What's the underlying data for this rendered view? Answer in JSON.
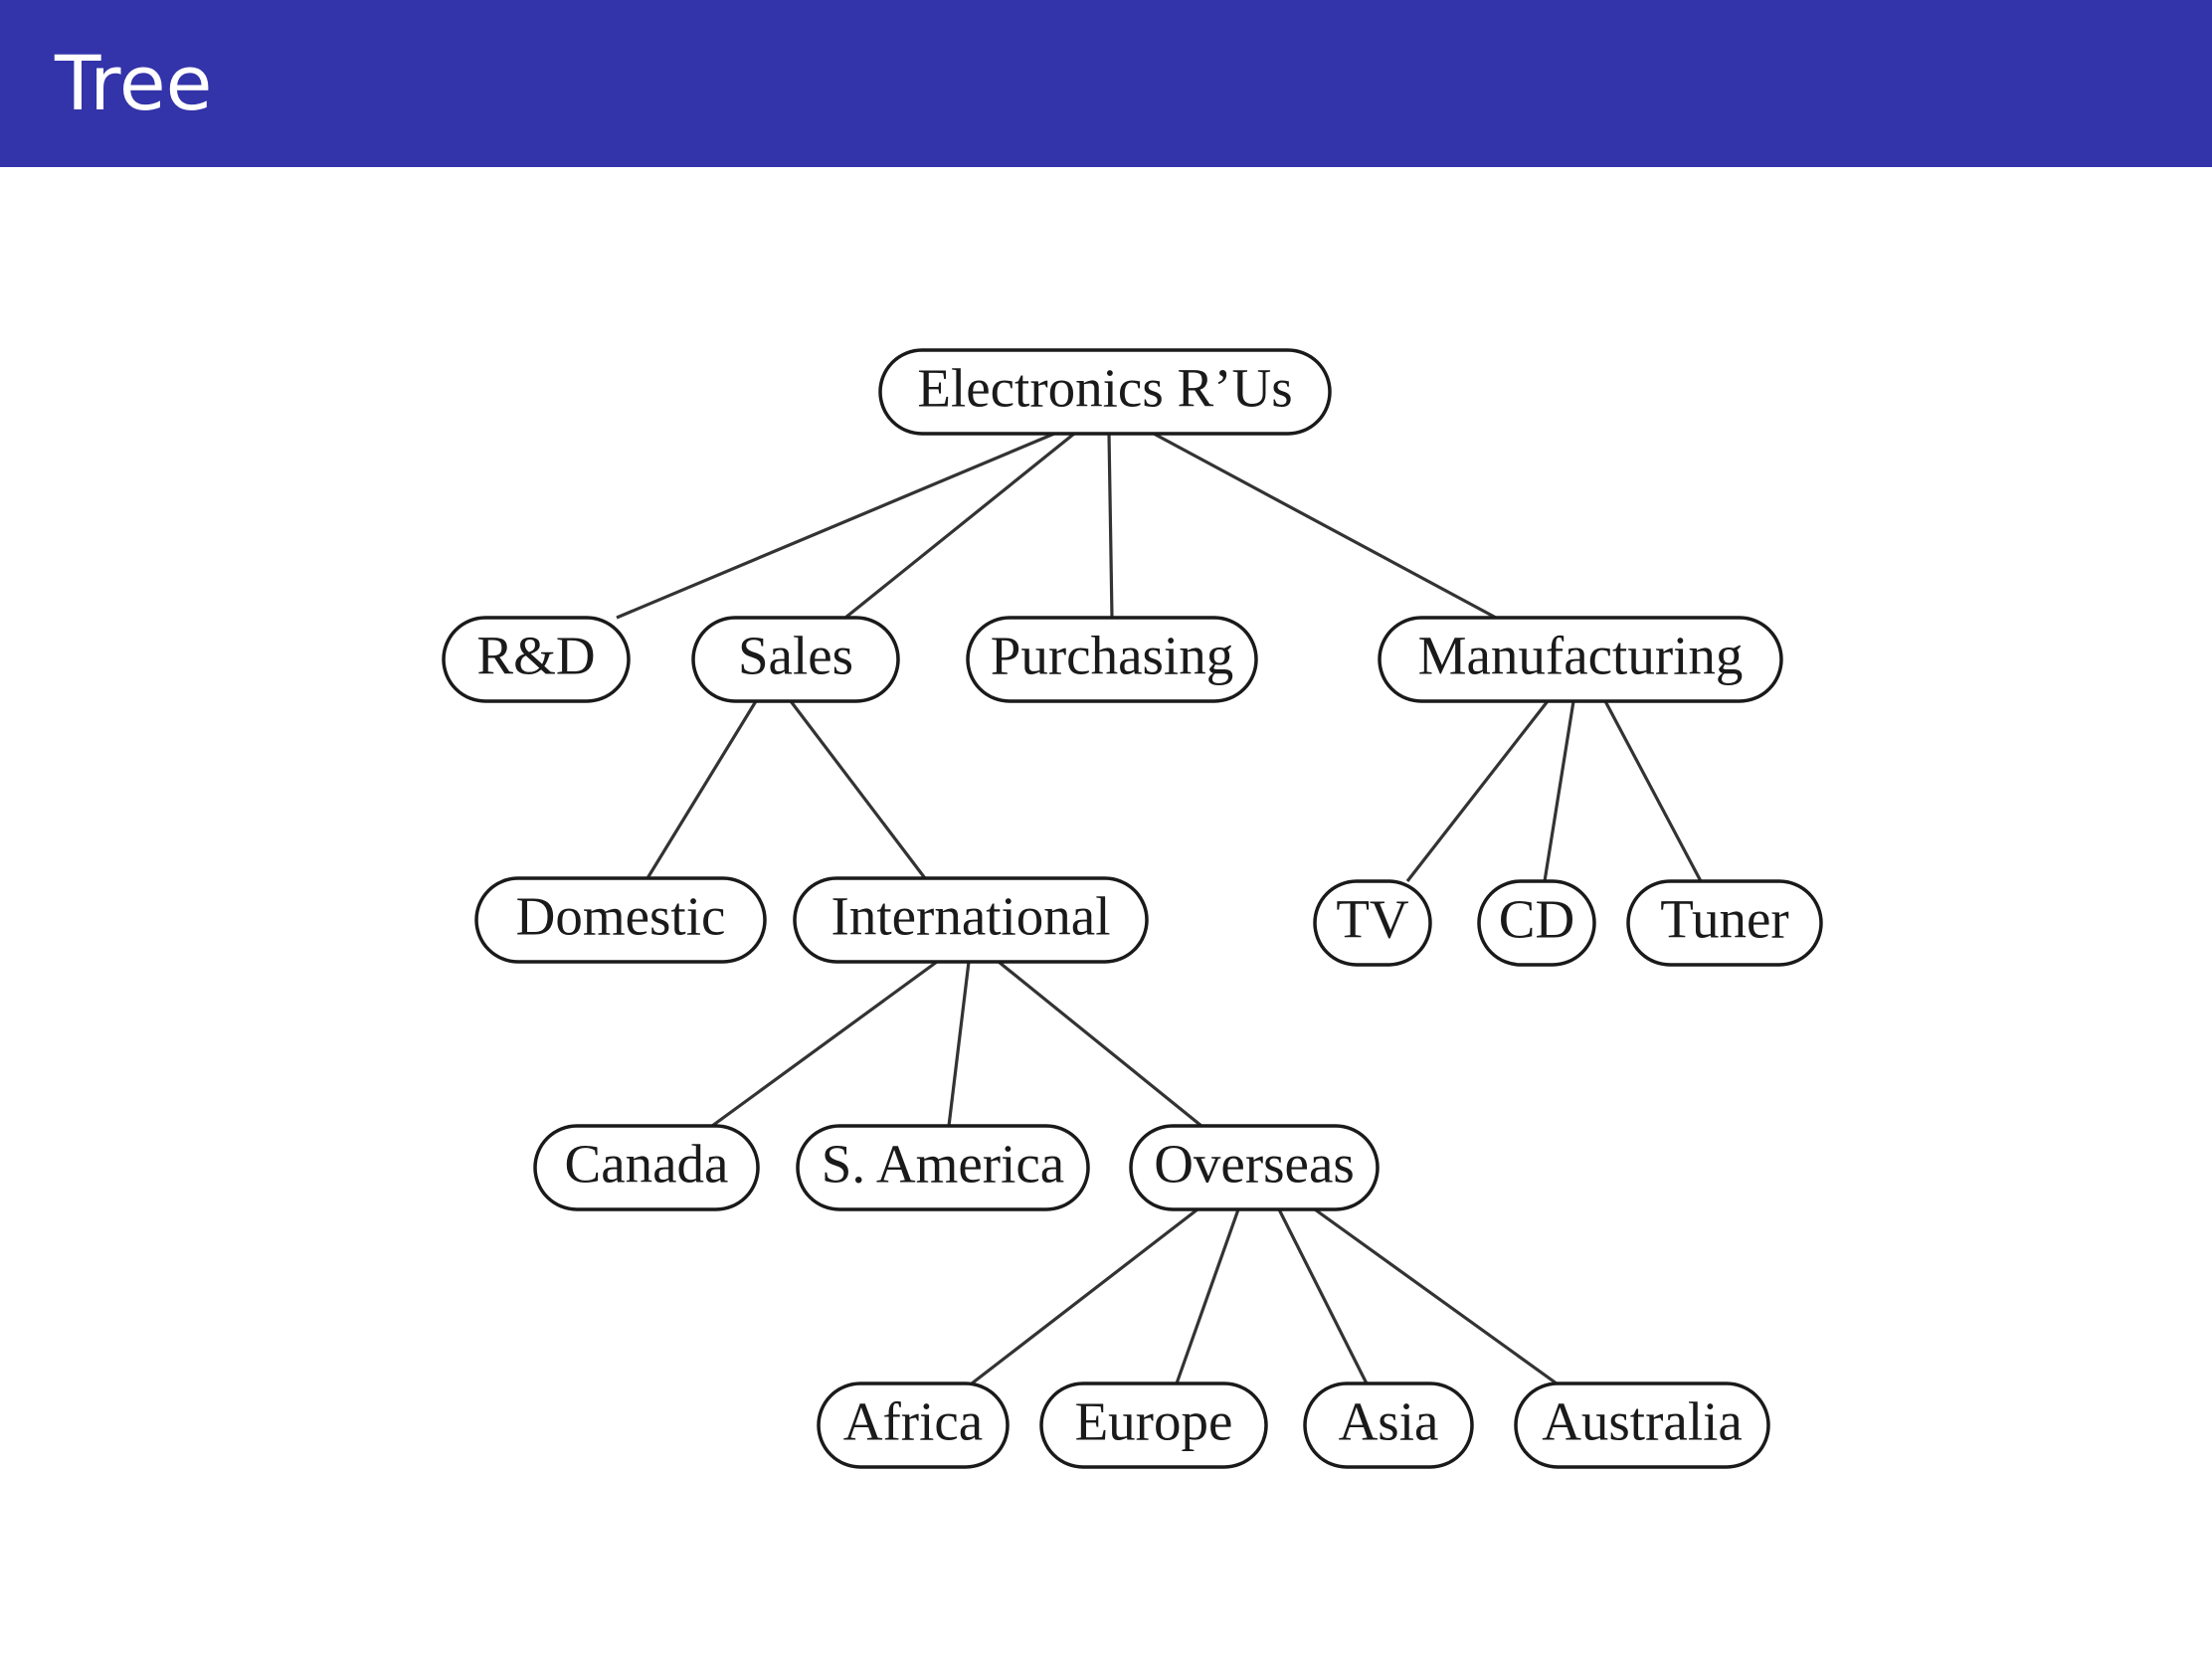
{
  "slide": {
    "title": "Tree",
    "header_color": "#3333aa"
  },
  "tree": {
    "nodes": [
      {
        "id": "root",
        "label": "Electronics R’Us"
      },
      {
        "id": "rd",
        "label": "R&D"
      },
      {
        "id": "sales",
        "label": "Sales"
      },
      {
        "id": "purchasing",
        "label": "Purchasing"
      },
      {
        "id": "manufacturing",
        "label": "Manufacturing"
      },
      {
        "id": "domestic",
        "label": "Domestic"
      },
      {
        "id": "international",
        "label": "International"
      },
      {
        "id": "tv",
        "label": "TV"
      },
      {
        "id": "cd",
        "label": "CD"
      },
      {
        "id": "tuner",
        "label": "Tuner"
      },
      {
        "id": "canada",
        "label": "Canada"
      },
      {
        "id": "samerica",
        "label": "S. America"
      },
      {
        "id": "overseas",
        "label": "Overseas"
      },
      {
        "id": "africa",
        "label": "Africa"
      },
      {
        "id": "europe",
        "label": "Europe"
      },
      {
        "id": "asia",
        "label": "Asia"
      },
      {
        "id": "australia",
        "label": "Australia"
      }
    ],
    "edges": [
      [
        "root",
        "rd"
      ],
      [
        "root",
        "sales"
      ],
      [
        "root",
        "purchasing"
      ],
      [
        "root",
        "manufacturing"
      ],
      [
        "sales",
        "domestic"
      ],
      [
        "sales",
        "international"
      ],
      [
        "manufacturing",
        "tv"
      ],
      [
        "manufacturing",
        "cd"
      ],
      [
        "manufacturing",
        "tuner"
      ],
      [
        "international",
        "canada"
      ],
      [
        "international",
        "samerica"
      ],
      [
        "international",
        "overseas"
      ],
      [
        "overseas",
        "africa"
      ],
      [
        "overseas",
        "europe"
      ],
      [
        "overseas",
        "asia"
      ],
      [
        "overseas",
        "australia"
      ]
    ]
  }
}
